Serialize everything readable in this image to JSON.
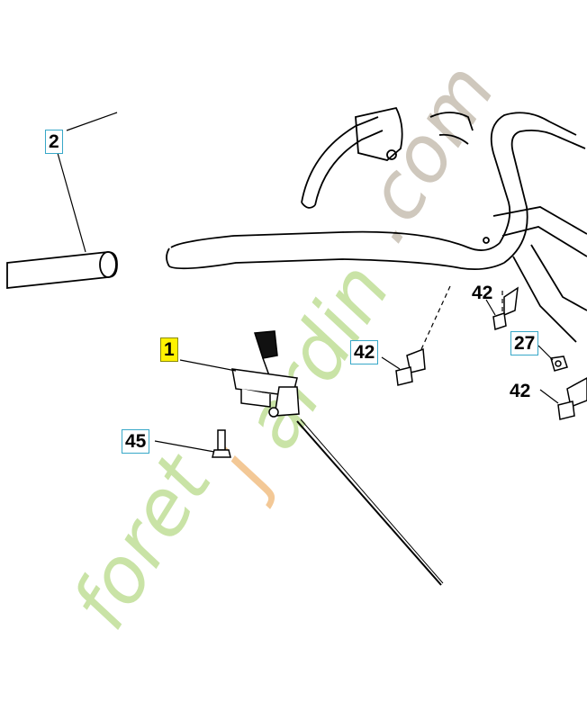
{
  "parts": {
    "handle_grip": "2",
    "lever_assembly": "1",
    "screw_upper": "42",
    "screw_mid": "42",
    "screw_lower": "42",
    "nut": "27",
    "bolt": "45"
  },
  "watermark": {
    "brand": "foretjardin.com",
    "colors": [
      "#b5d98a",
      "#f0c08a",
      "#c8c0b4"
    ]
  },
  "colors": {
    "callout_border": "#38a8c8",
    "highlight": "#fff200",
    "line": "#000000"
  }
}
